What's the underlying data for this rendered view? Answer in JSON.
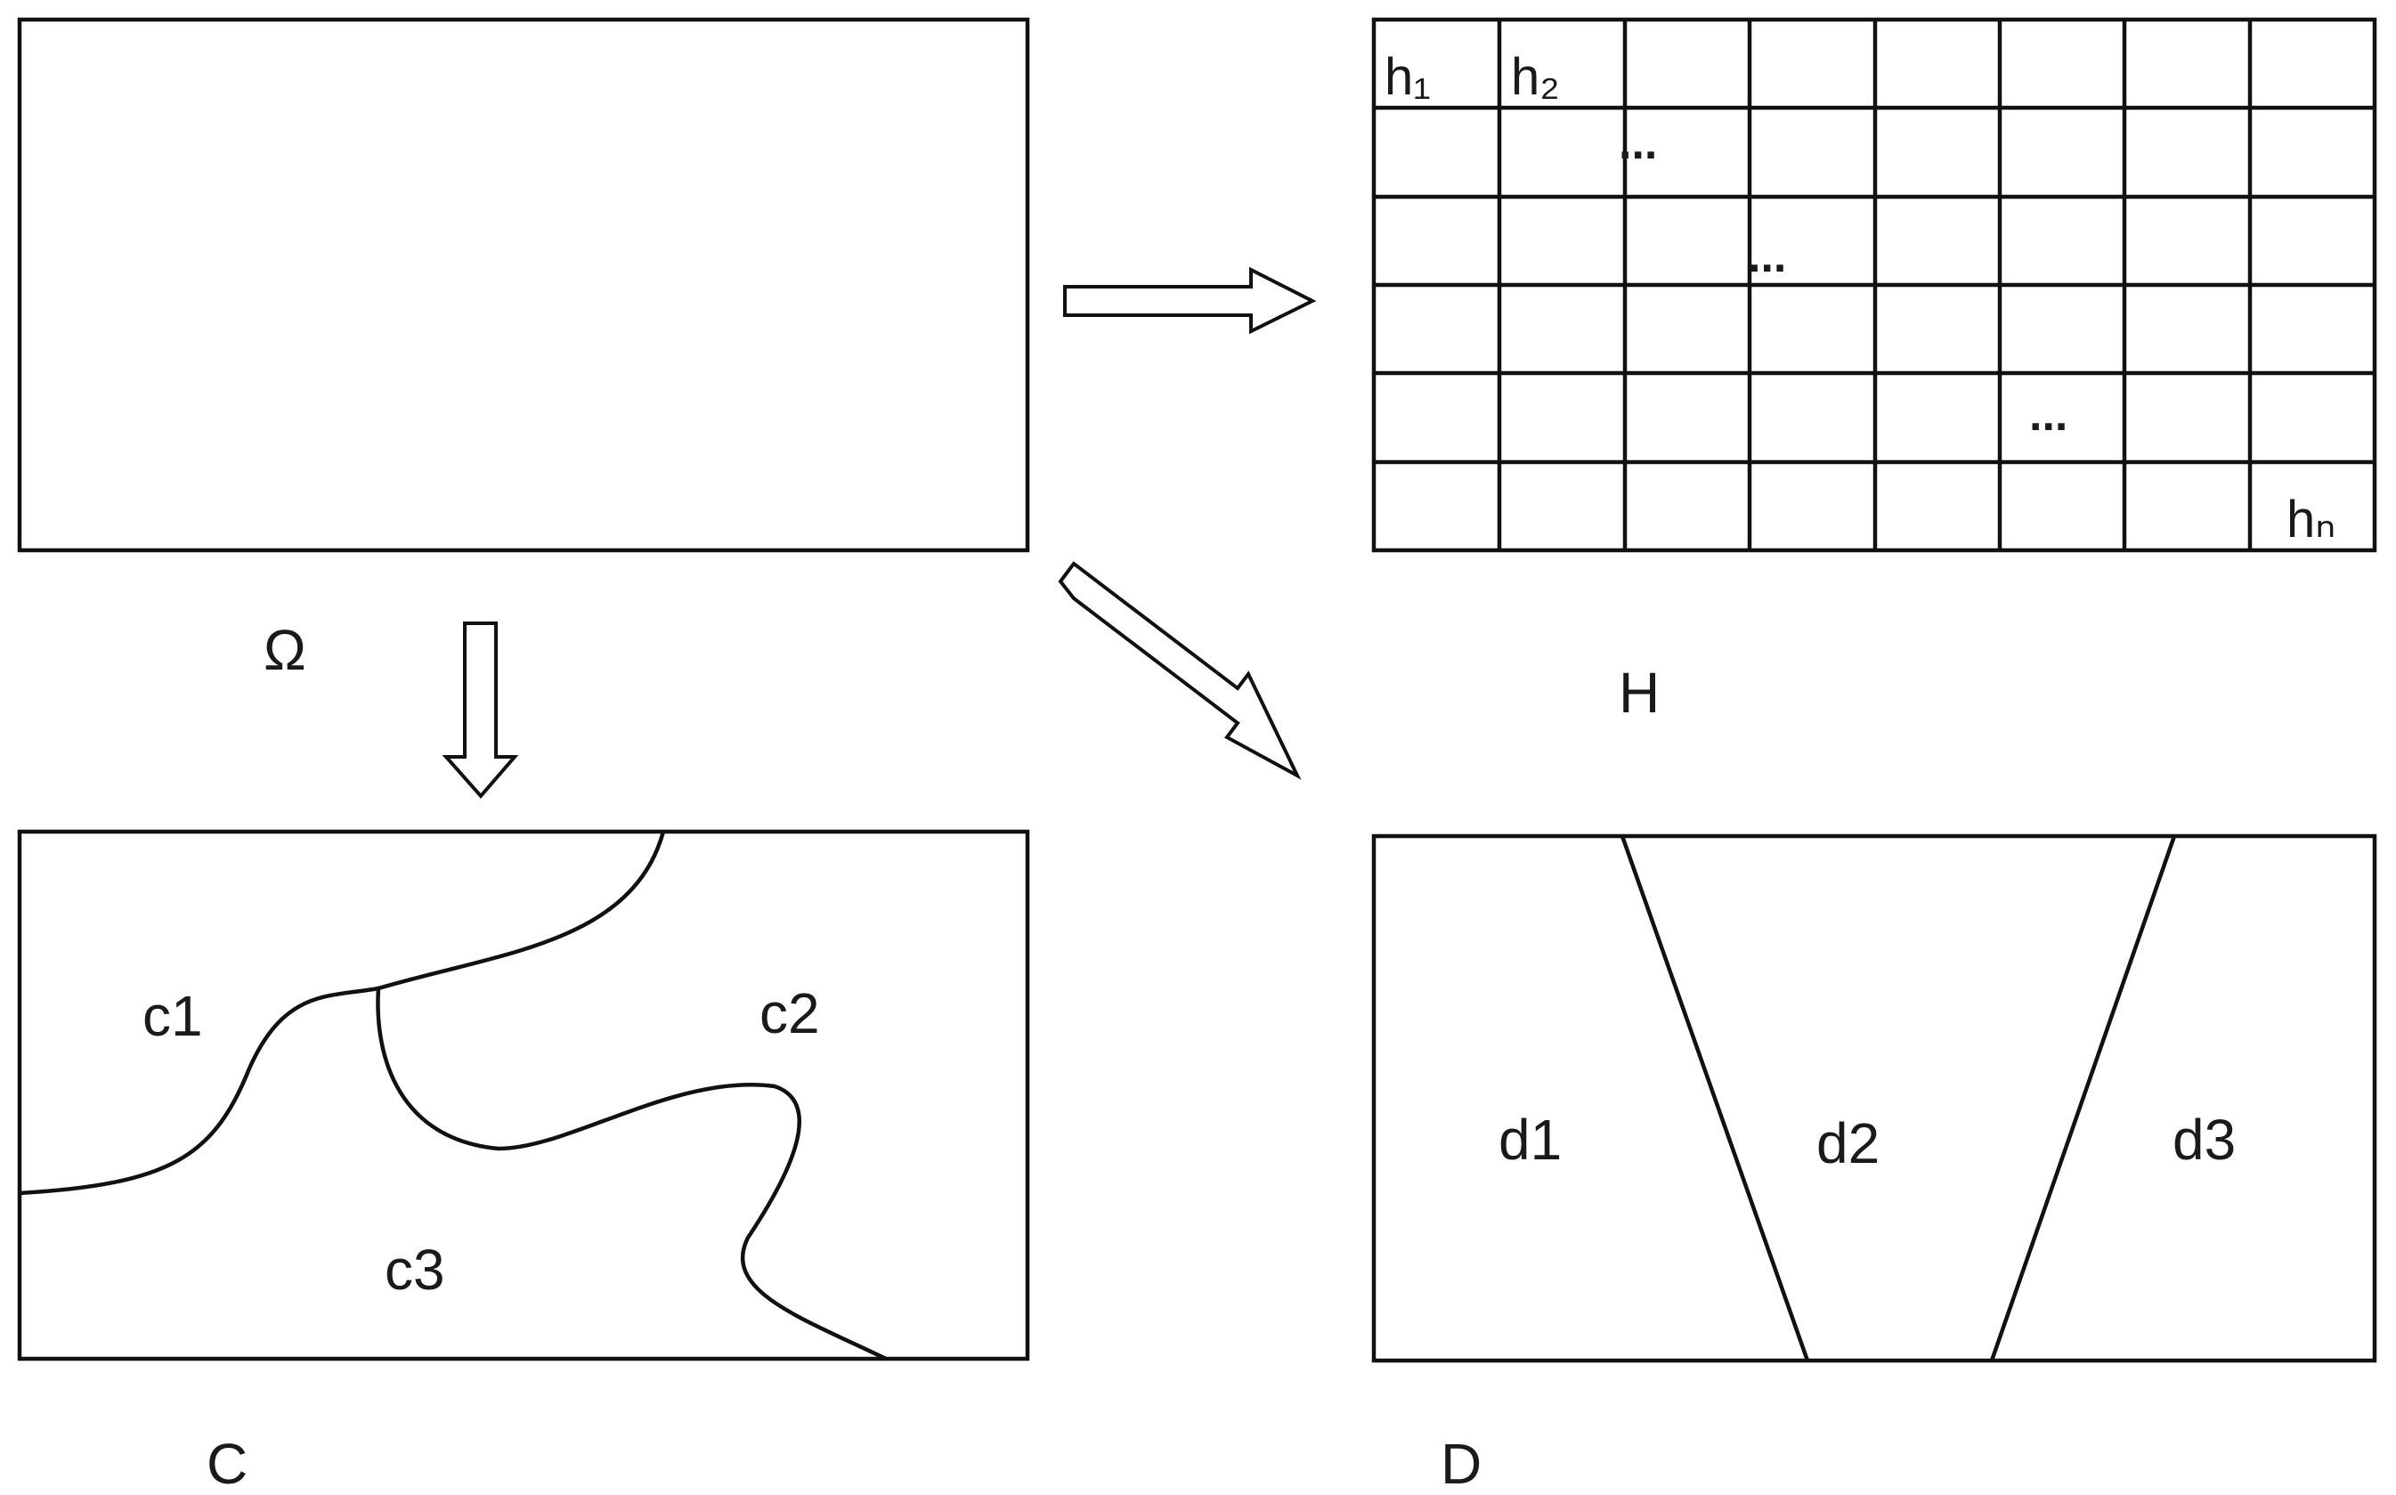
{
  "labels": {
    "omega": "Ω",
    "H": "H",
    "C": "C",
    "D": "D"
  },
  "H_cells": {
    "first": "h₁",
    "second": "h₂",
    "last": "hₙ",
    "ellipses": [
      "...",
      "...",
      "..."
    ]
  },
  "C_regions": [
    "c1",
    "c2",
    "c3"
  ],
  "D_regions": [
    "d1",
    "d2",
    "d3"
  ]
}
